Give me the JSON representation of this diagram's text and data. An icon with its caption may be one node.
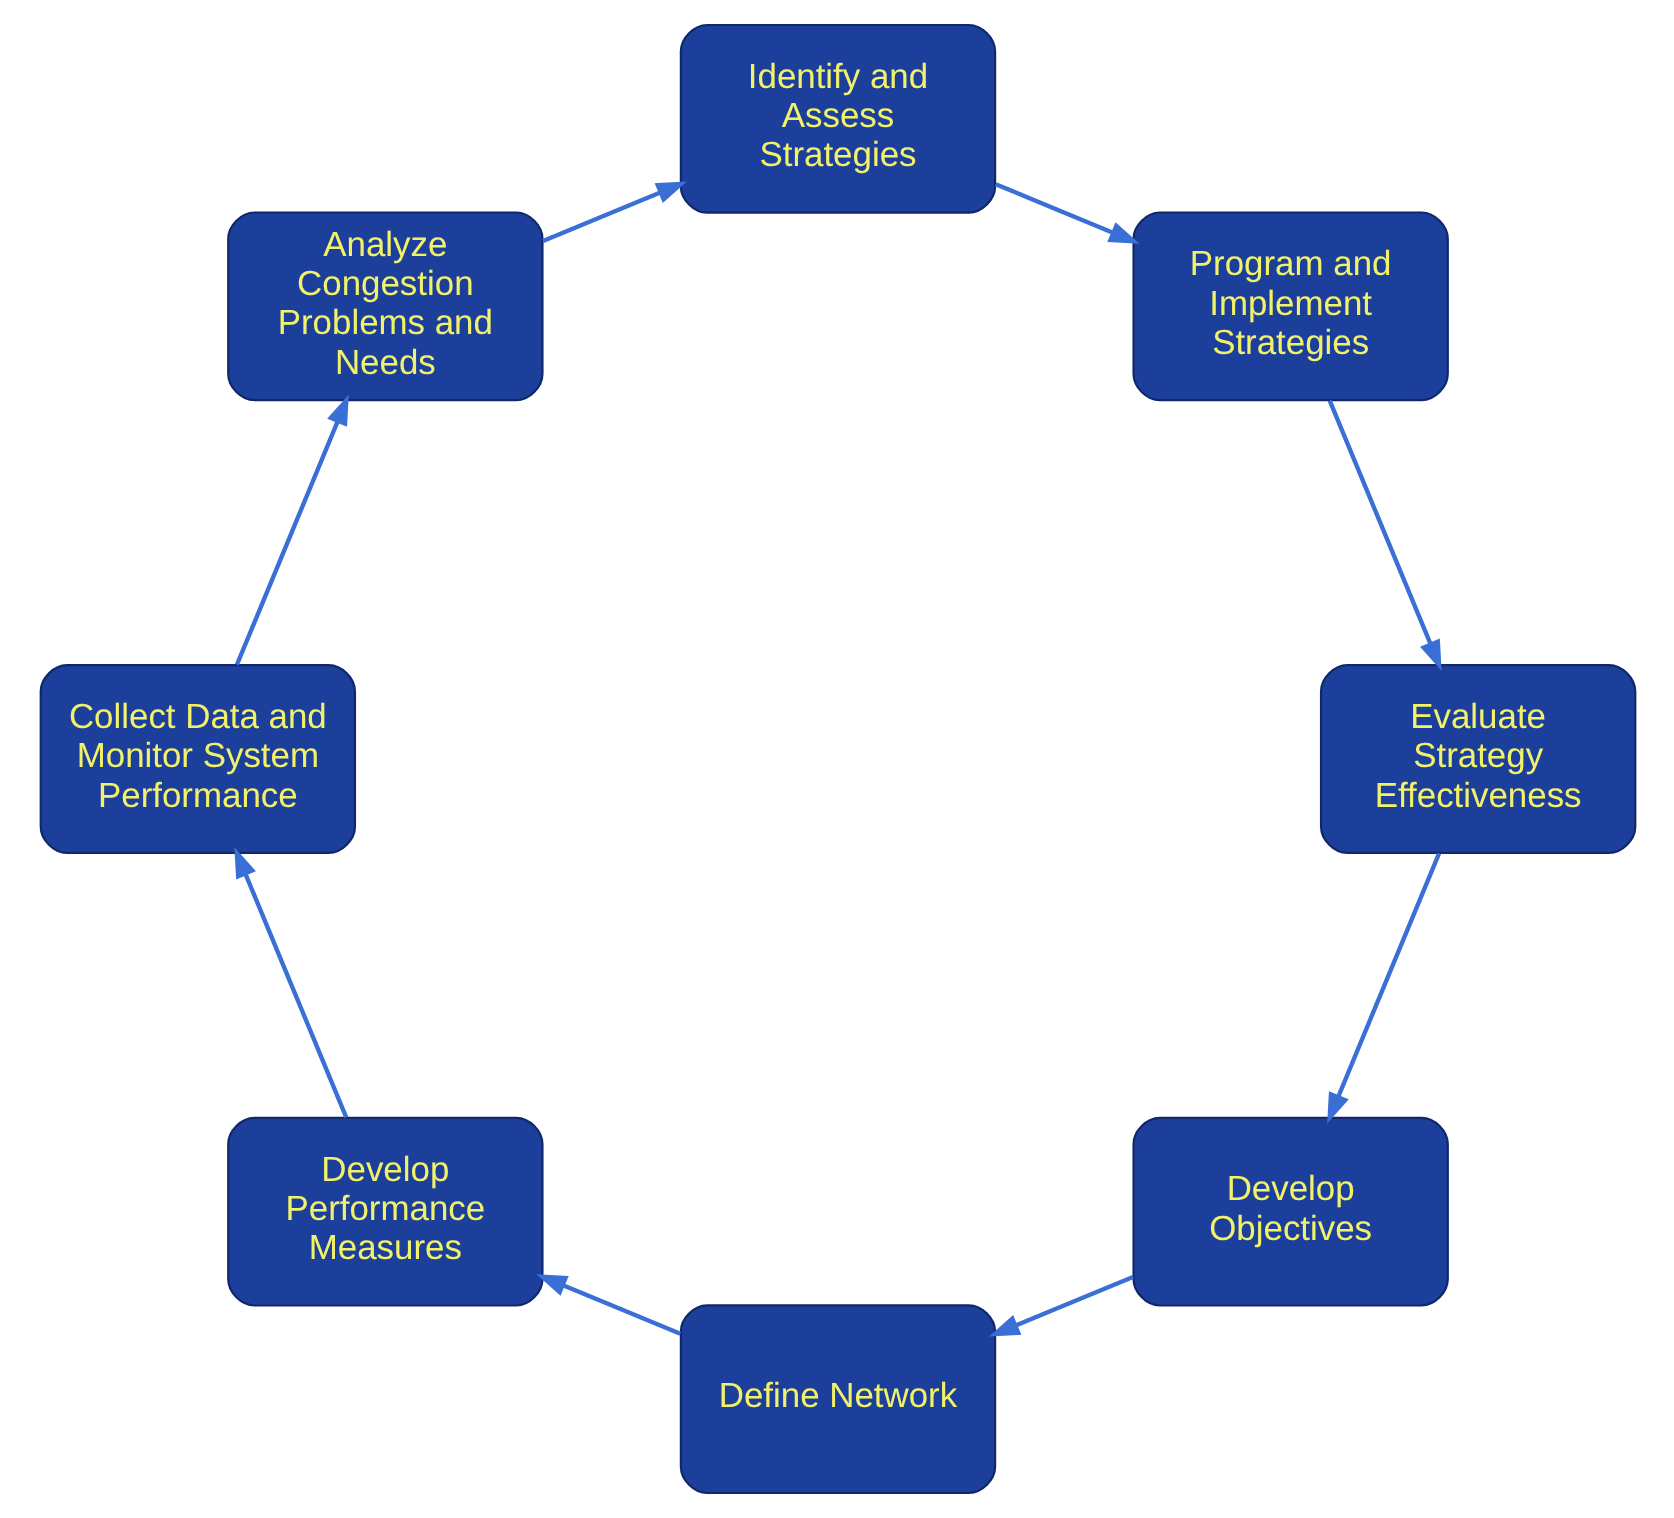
{
  "diagram": {
    "nodes": [
      {
        "text": [
          "Develop Objectives"
        ]
      },
      {
        "text": [
          "Define Network"
        ]
      },
      {
        "text": [
          "Develop Performance Measures"
        ]
      },
      {
        "text": [
          "Collect Data and Monitor System Performance"
        ]
      },
      {
        "text": [
          "Analyze Congestion Problems and Needs"
        ]
      },
      {
        "text": [
          "Identify and Assess Strategies"
        ]
      },
      {
        "text": [
          "Program and Implement Strategies"
        ]
      },
      {
        "text": [
          "Evaluate Strategy Effectiveness"
        ]
      }
    ],
    "edges": [
      {
        "from": 0,
        "to": 1,
        "arrow": "to"
      },
      {
        "from": 1,
        "to": 2,
        "arrow": "to"
      },
      {
        "from": 2,
        "to": 3,
        "arrow": "to"
      },
      {
        "from": 3,
        "to": 4,
        "arrow": "to"
      },
      {
        "from": 4,
        "to": 5,
        "arrow": "to"
      },
      {
        "from": 5,
        "to": 6,
        "arrow": "to"
      },
      {
        "from": 6,
        "to": 7,
        "arrow": "to"
      },
      {
        "from": 7,
        "to": 0,
        "arrow": "to"
      }
    ]
  }
}
